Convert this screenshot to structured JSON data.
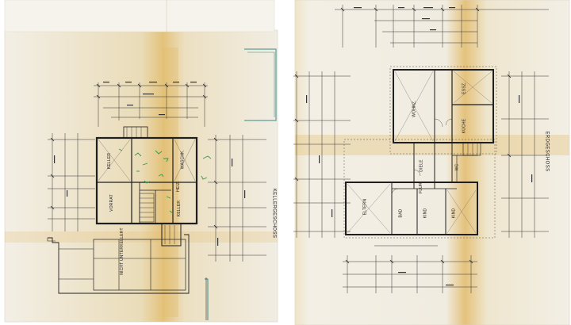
{
  "sheets": [
    {
      "title": "KELLERGESCHOSS",
      "rooms": [
        "KELLER",
        "WASCHK.",
        "VORRAT",
        "HEIZ.",
        "KELLER",
        "NICHT UNTERKELLERT"
      ]
    },
    {
      "title": "ERDGESCHOSS",
      "rooms": [
        "WOHNZ.",
        "ESSZ.",
        "KÜCHE",
        "DIELE",
        "FLUR",
        "ELTERN",
        "BAD",
        "KIND",
        "KIND",
        "WC"
      ]
    }
  ],
  "colors": {
    "paper": "#f1ece0",
    "stain": "#e6c47a",
    "ink": "#2a2a2a",
    "green_marks": "#2f9a4a"
  }
}
